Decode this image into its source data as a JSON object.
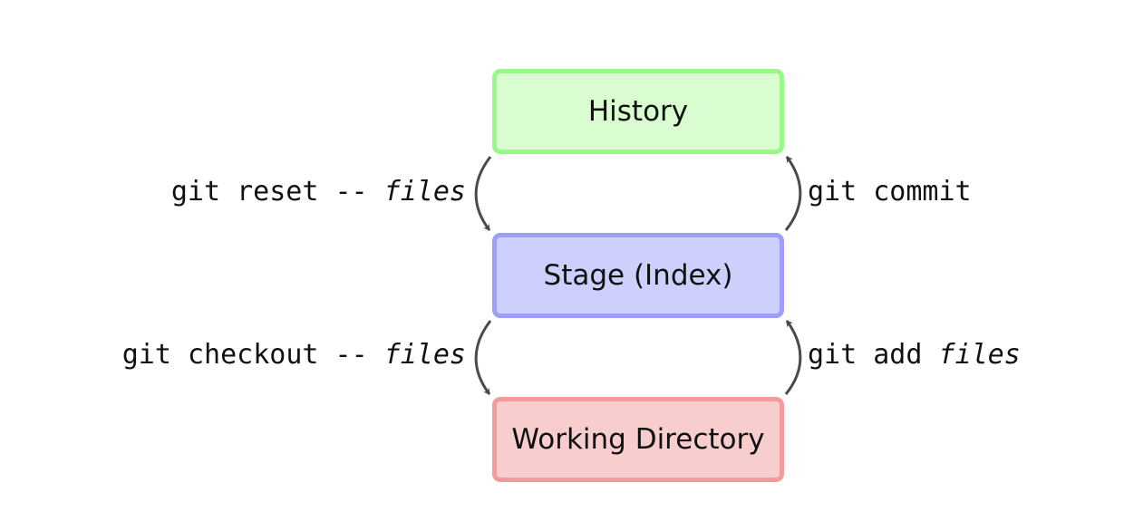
{
  "boxes": {
    "history": {
      "label": "History",
      "fill": "#d9fdd0",
      "border": "#98f98a"
    },
    "stage": {
      "label": "Stage (Index)",
      "fill": "#cdcffd",
      "border": "#9c9ef8"
    },
    "working": {
      "label": "Working Directory",
      "fill": "#f7cecd",
      "border": "#f29b9a"
    }
  },
  "commands": {
    "reset": {
      "cmd": "git reset -- ",
      "arg": "files"
    },
    "commit": {
      "cmd": "git commit",
      "arg": ""
    },
    "checkout": {
      "cmd": "git checkout -- ",
      "arg": "files"
    },
    "add": {
      "cmd": "git add ",
      "arg": "files"
    }
  },
  "arrow_color": "#4a4a4a"
}
